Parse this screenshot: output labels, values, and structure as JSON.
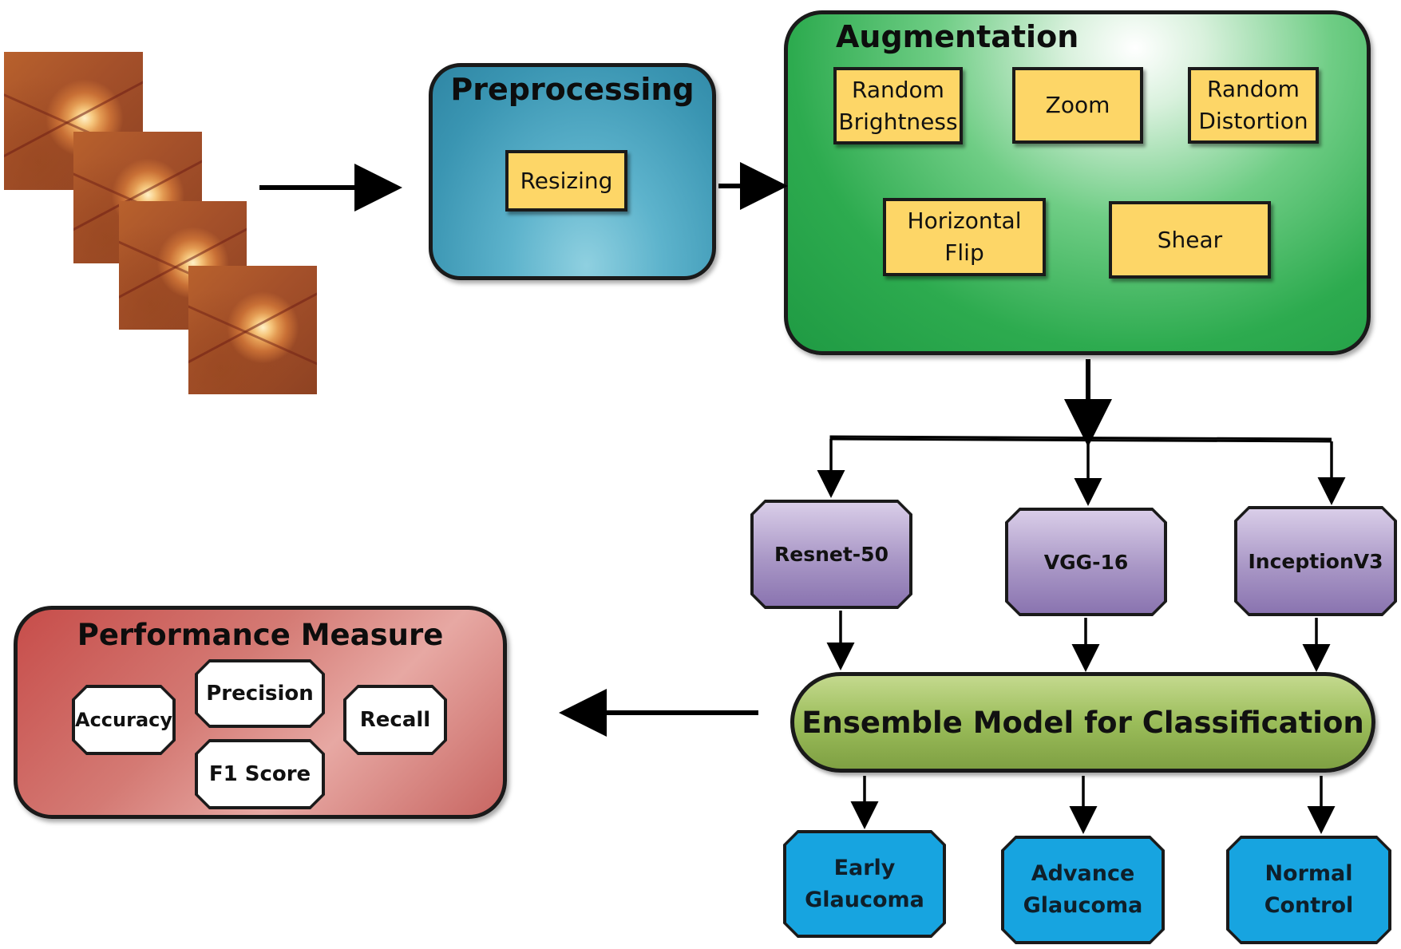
{
  "preprocessing": {
    "title": "Preprocessing",
    "steps": [
      "Resizing"
    ]
  },
  "augmentation": {
    "title": "Augmentation",
    "steps": [
      "Random Brightness",
      "Zoom",
      "Random Distortion",
      "Horizontal Flip",
      "Shear"
    ]
  },
  "models": [
    "Resnet-50",
    "VGG-16",
    "InceptionV3"
  ],
  "ensemble": {
    "label": "Ensemble Model for Classification"
  },
  "outputs": [
    "Early Glaucoma",
    "Advance Glaucoma",
    "Normal Control"
  ],
  "performance": {
    "title": "Performance Measure",
    "metrics": [
      "Accuracy",
      "Precision",
      "Recall",
      "F1 Score"
    ]
  },
  "colors": {
    "preprocessing": "#3a95b2",
    "augmentation": "#2dab4f",
    "step_box": "#fdd667",
    "model": "#a997c6",
    "ensemble": "#9bbd5a",
    "output": "#17a4e0",
    "performance": "#d47a74"
  }
}
